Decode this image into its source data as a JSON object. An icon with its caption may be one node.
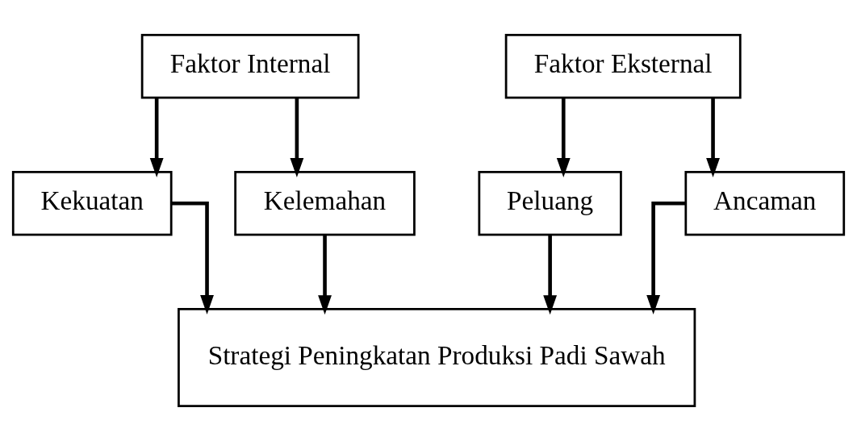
{
  "diagram": {
    "nodes": [
      {
        "text": [
          "Faktor Internal"
        ]
      },
      {
        "text": [
          "Faktor Eksternal"
        ]
      },
      {
        "text": [
          "Kekuatan"
        ]
      },
      {
        "text": [
          "Kelemahan"
        ]
      },
      {
        "text": [
          "Peluang"
        ]
      },
      {
        "text": [
          "Ancaman"
        ]
      },
      {
        "text": [
          "Strategi Peningkatan Produksi Padi Sawah"
        ]
      }
    ],
    "edges": [
      {
        "from": 0,
        "to": 2,
        "arrow": "to"
      },
      {
        "from": 0,
        "to": 3,
        "arrow": "to"
      },
      {
        "from": 1,
        "to": 4,
        "arrow": "to"
      },
      {
        "from": 1,
        "to": 5,
        "arrow": "to"
      },
      {
        "from": 2,
        "to": 6,
        "arrow": "to"
      },
      {
        "from": 3,
        "to": 6,
        "arrow": "to"
      },
      {
        "from": 4,
        "to": 6,
        "arrow": "to"
      },
      {
        "from": 5,
        "to": 6,
        "arrow": "to"
      }
    ]
  }
}
